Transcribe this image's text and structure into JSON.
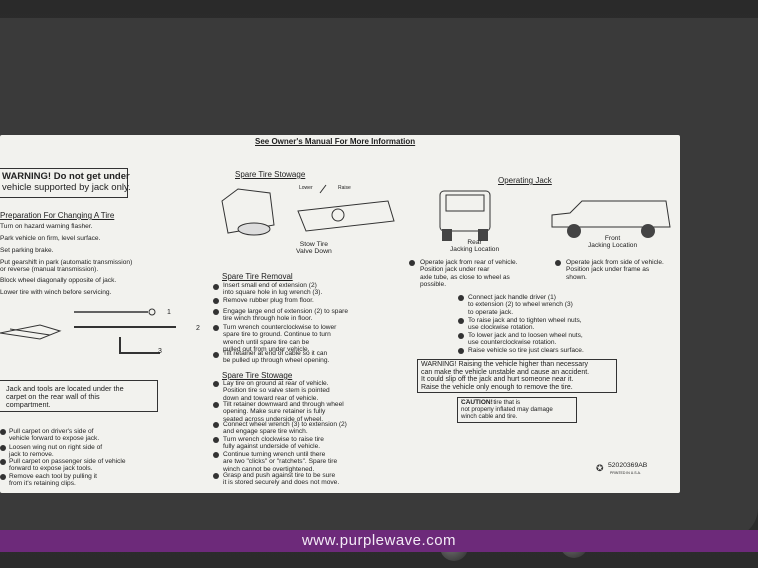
{
  "label": {
    "header": "See Owner's Manual For More Information",
    "left": {
      "warning_line1": "WARNING! Do not get under",
      "warning_line2": "vehicle supported by jack only.",
      "prep_title": "Preparation For Changing A Tire",
      "prep_items": [
        "Turn on hazard warning flasher.",
        "Park vehicle on firm, level surface.",
        "Set parking brake.",
        "Put gearshift in park (automatic transmission)\nor reverse (manual transmission).",
        "Block wheel diagonally opposite of jack.",
        "Lower tire with winch before servicing."
      ],
      "tool_callouts": [
        "1",
        "2",
        "3"
      ],
      "jack_note": "Jack and tools are located under the\ncarpet on the rear wall of this\ncompartment.",
      "steps": [
        "Pull carpet on driver's side of\nvehicle forward to expose jack.",
        "Loosen wing nut on right side of\njack to remove.",
        "Pull carpet on passenger side of vehicle\nforward to expose jack tools.",
        "Remove each tool by pulling it\nfrom it's retaining clips."
      ]
    },
    "middle": {
      "stowage_title": "Spare Tire Stowage",
      "lower_label": "Lower",
      "raise_label": "Raise",
      "stow_caption": "Stow Tire\nValve Down",
      "removal_title": "Spare Tire Removal",
      "removal_items": [
        "Insert small end of extension (2)\ninto square hole in lug wrench (3).",
        "Remove rubber plug from floor.",
        "Engage large end of extension (2) to spare\ntire winch through hole in floor.",
        "Turn wrench counterclockwise to lower\nspare tire to ground. Continue to turn\nwrench until spare tire can be\npulled out from under vehicle.",
        "Tilt retainer at end of cable so it can\nbe pulled up through wheel opening."
      ],
      "stowage2_title": "Spare Tire Stowage",
      "stowage_items": [
        "Lay tire on ground at rear of vehicle.\nPosition tire so valve stem is pointed\ndown and toward rear of vehicle.",
        "Tilt retainer downward and through wheel\nopening. Make sure retainer is fully\nseated across underside of wheel.",
        "Connect wheel wrench (3) to extension (2)\nand engage spare tire winch.",
        "Turn wrench clockwise to raise tire\nfully against underside of vehicle.",
        "Continue turning wrench until there\nare two \"clicks\" or \"ratchets\". Spare tire\nwinch cannot be overtightened.",
        "Grasp and push against tire to be sure\nit is stored securely and does not move."
      ]
    },
    "right": {
      "jack_title": "Operating Jack",
      "rear_caption": "Rear\nJacking Location",
      "front_caption": "Front\nJacking Location",
      "rear_note": "Operate jack from rear of vehicle.\nPosition jack under rear\naxle tube, as close to wheel as\npossible.",
      "front_note": "Operate jack from side of vehicle.\nPosition jack under frame as\nshown.",
      "jack_items": [
        "Connect jack handle driver (1)\nto extension (2) to wheel wrench (3)\nto operate jack.",
        "To raise jack and to tighten wheel nuts,\nuse clockwise rotation.",
        "To lower jack and to loosen wheel nuts,\nuse counterclockwise rotation.",
        "Raise vehicle so tire just clears surface."
      ],
      "warning2": "WARNING! Raising the vehicle higher than necessary\ncan make the vehicle unstable and cause an accident.\nIt could slip off the jack and hurt someone near it.\nRaise the vehicle only enough to remove the tire.",
      "caution_title": "CAUTION!",
      "caution_text": " Winching a tire that is\nnot properly inflated may damage\nwinch cable and tire.",
      "part_number": "52020369AB",
      "printed": "PRINTED IN U.S.A."
    }
  },
  "watermark": "www.purplewave.com",
  "colors": {
    "label_bg": "#f2f2ee",
    "watermark_bar": "#6d2a7a",
    "surround": "#2e2e2e"
  }
}
